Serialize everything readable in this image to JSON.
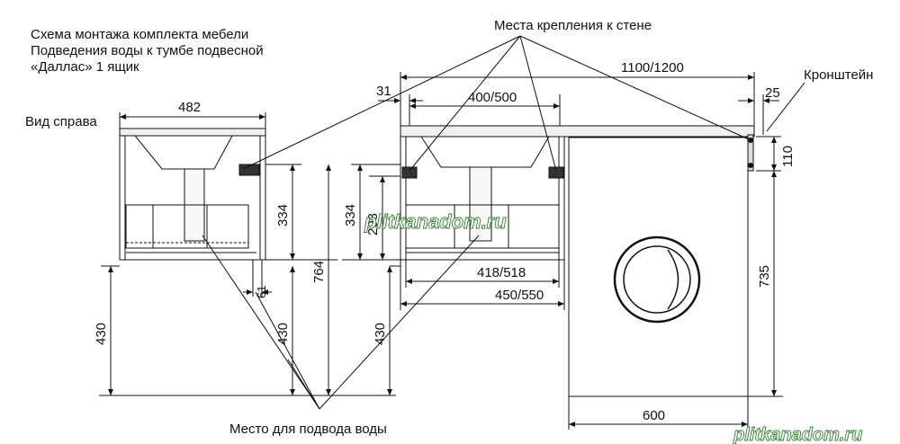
{
  "title_lines": [
    "Схема монтажа комплекта мебели",
    "Подведения воды к тумбе подвесной",
    "«Даллас» 1 ящик"
  ],
  "labels": {
    "side_view": "Вид справа",
    "wall_mounts": "Места крепления к стене",
    "bracket": "Кронштейн",
    "water_supply": "Место для подвода воды"
  },
  "dimensions": {
    "side_width": "482",
    "side_334": "334",
    "side_764": "764",
    "side_430_left": "430",
    "side_430_mid": "430",
    "side_61": "61",
    "front_31": "31",
    "front_400_500": "400/500",
    "front_1100_1200": "1100/1200",
    "front_25": "25",
    "front_334": "334",
    "front_293": "293",
    "front_430": "430",
    "front_418_518": "418/518",
    "front_450_550": "450/550",
    "washer_110": "110",
    "washer_735": "735",
    "washer_600": "600"
  },
  "watermark": {
    "center": "plitkanadom.ru",
    "corner": "plitkanadom.ru"
  }
}
